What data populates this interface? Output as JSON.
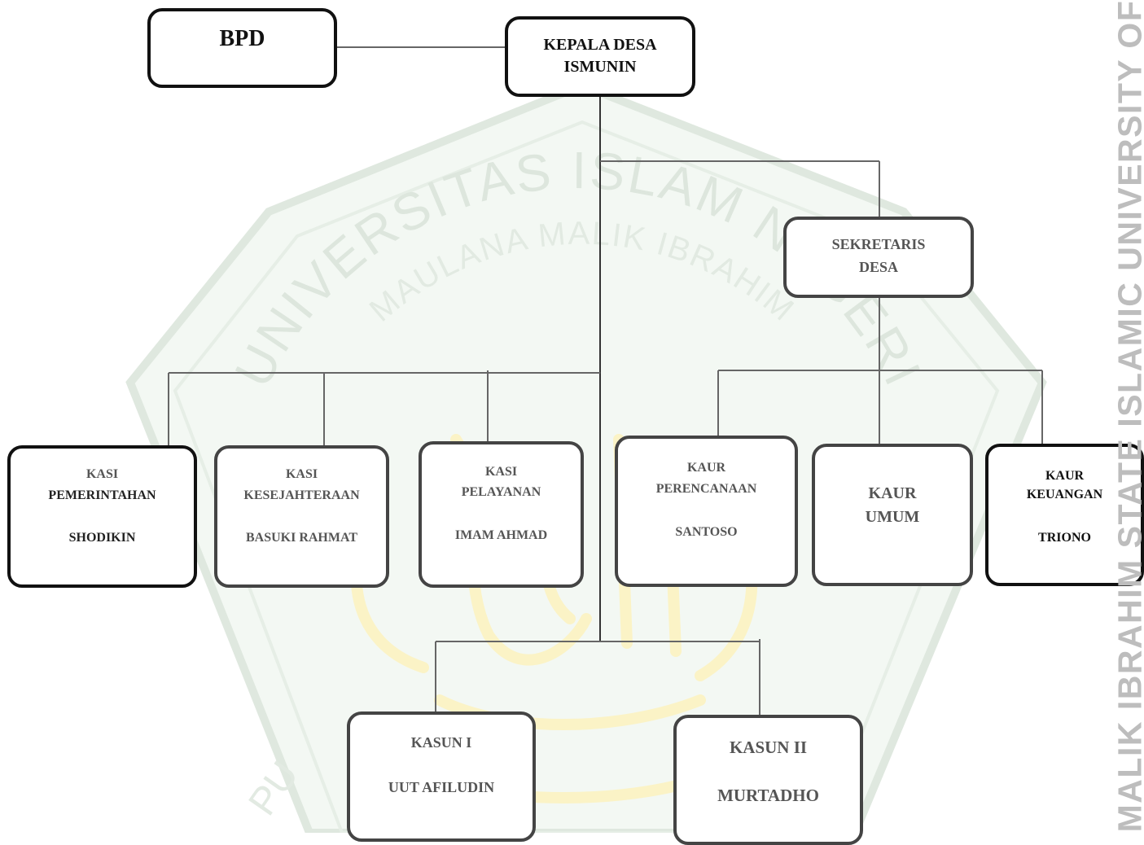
{
  "watermark": {
    "arc_text": "UNIVERSITAS ISLAM NEGERI",
    "arc_text_inner": "MAULANA MALIK IBRAHIM",
    "bottom_text": "PU",
    "side_text": "MALIK IBRAHIM STATE ISLAMIC UNIVERSITY OF"
  },
  "org": {
    "bpd": "BPD",
    "kepala_desa": {
      "line1": "KEPALA DESA",
      "line2": "ISMUNIN"
    },
    "sekretaris": {
      "line1": "SEKRETARIS",
      "line2": "DESA"
    },
    "kasi_pemerintahan": {
      "line1": "KASI",
      "line2": "PEMERINTAHAN",
      "name": "SHODIKIN"
    },
    "kasi_kesejahteraan": {
      "line1": "KASI",
      "line2": "KESEJAHTERAAN",
      "name": "BASUKI RAHMAT"
    },
    "kasi_pelayanan": {
      "line1": "KASI",
      "line2": "PELAYANAN",
      "name": "IMAM AHMAD"
    },
    "kaur_perencanaan": {
      "line1": "KAUR",
      "line2": "PERENCANAAN",
      "name": "SANTOSO"
    },
    "kaur_umum": {
      "line1": "KAUR",
      "line2": "UMUM"
    },
    "kaur_keuangan": {
      "line1": "KAUR",
      "line2": "KEUANGAN",
      "name": "TRIONO"
    },
    "kasun_1": {
      "line1": "KASUN I",
      "name": "UUT AFILUDIN"
    },
    "kasun_2": {
      "line1": "KASUN II",
      "name": "MURTADHO"
    }
  }
}
